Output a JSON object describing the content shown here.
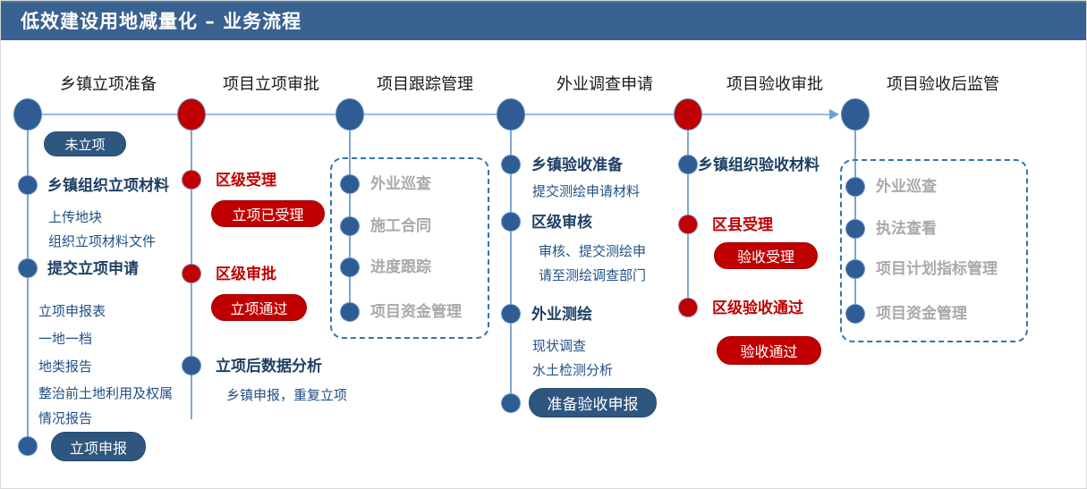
{
  "title": "低效建设用地减量化 – 业务流程",
  "colors": {
    "header_bg": "#3A6290",
    "node_blue": "#2F5C93",
    "pill_blue": "#2E567F",
    "accent_red": "#C00000",
    "inactive_gray": "#A9A9A9",
    "dashed_border": "#2E75B6",
    "timeline_line": "#95BCE4"
  },
  "stages": [
    {
      "label": "乡镇立项准备",
      "dot": "blue"
    },
    {
      "label": "项目立项审批",
      "dot": "red"
    },
    {
      "label": "项目跟踪管理",
      "dot": "blue"
    },
    {
      "label": "外业调查申请",
      "dot": "blue"
    },
    {
      "label": "项目验收审批",
      "dot": "red"
    },
    {
      "label": "项目验收后监管",
      "dot": "blue"
    }
  ],
  "col1": {
    "status_badge": "未立项",
    "node1": {
      "title": "乡镇组织立项材料",
      "subs": [
        "上传地块",
        "组织立项材料文件"
      ]
    },
    "node2": {
      "title": "提交立项申请",
      "subs": [
        "立项申报表",
        "一地一档",
        "地类报告",
        "整治前土地利用及权属",
        "情况报告"
      ]
    },
    "submit_badge": "立项申报"
  },
  "col2": {
    "node1": {
      "title": "区级受理",
      "badge": "立项已受理"
    },
    "node2": {
      "title": "区级审批",
      "badge": "立项通过"
    },
    "node3": {
      "title": "立项后数据分析",
      "sub": "乡镇申报，重复立项"
    }
  },
  "col3": {
    "items": [
      "外业巡查",
      "施工合同",
      "进度跟踪",
      "项目资金管理"
    ]
  },
  "col4": {
    "node1": {
      "title": "乡镇验收准备",
      "subs": [
        "提交测绘申请材料"
      ]
    },
    "node2": {
      "title": "区级审核",
      "subs": [
        "审核、提交测绘申",
        "请至测绘调查部门"
      ]
    },
    "node3": {
      "title": "外业测绘",
      "subs": [
        "现状调查",
        "水土检测分析"
      ]
    },
    "submit_badge": "准备验收申报"
  },
  "col5": {
    "node1": {
      "title": "乡镇组织验收材料"
    },
    "node2": {
      "title": "区县受理",
      "badge": "验收受理"
    },
    "node3": {
      "title": "区级验收通过",
      "badge": "验收通过"
    }
  },
  "col6": {
    "items": [
      "外业巡查",
      "执法查看",
      "项目计划指标管理",
      "项目资金管理"
    ]
  }
}
